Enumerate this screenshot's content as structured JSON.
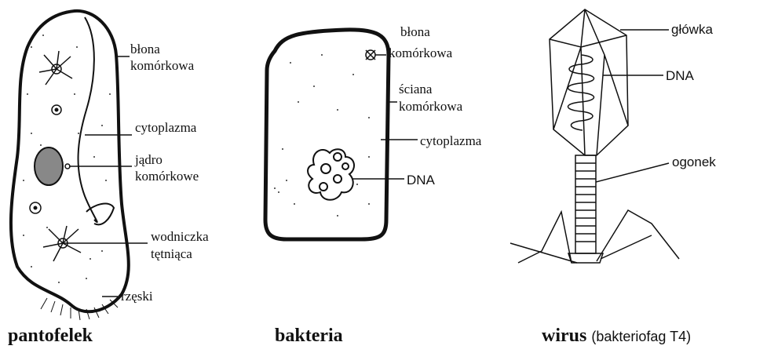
{
  "pantofelek": {
    "caption": "pantofelek",
    "labels": {
      "blona_1": "błona",
      "blona_2": "komórkowa",
      "cytoplazma": "cytoplazma",
      "jadro_1": "jądro",
      "jadro_2": "komórkowe",
      "wodniczka_1": "wodniczka",
      "wodniczka_2": "tętniąca",
      "rzeski": "rzęski"
    }
  },
  "bakteria": {
    "caption": "bakteria",
    "labels": {
      "blona_1": "błona",
      "blona_2": "komórkowa",
      "sciana_1": "ściana",
      "sciana_2": "komórkowa",
      "cytoplazma": "cytoplazma",
      "dna": "DNA"
    }
  },
  "wirus": {
    "caption": "wirus",
    "caption_sub": "(bakteriofag T4)",
    "labels": {
      "glowka": "główka",
      "dna": "DNA",
      "ogonek": "ogonek"
    }
  }
}
